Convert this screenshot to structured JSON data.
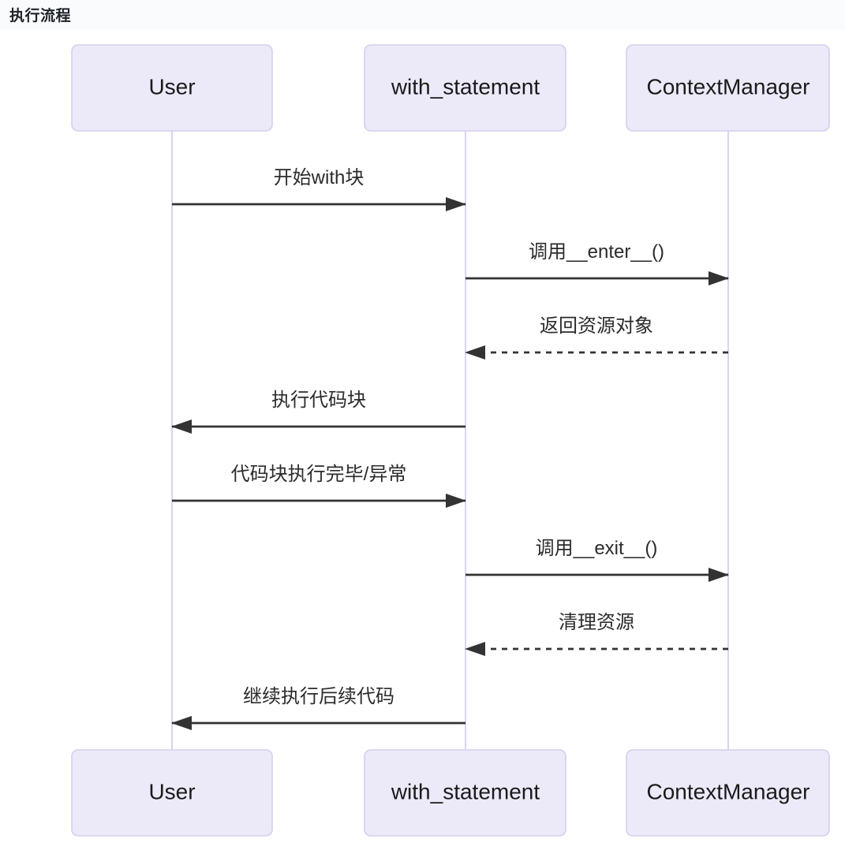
{
  "page": {
    "title": "执行流程"
  },
  "diagram": {
    "type": "sequence-diagram",
    "actors": [
      {
        "name": "User"
      },
      {
        "name": "with_statement"
      },
      {
        "name": "ContextManager"
      }
    ],
    "messages": [
      {
        "from": "User",
        "to": "with_statement",
        "label": "开始with块",
        "line": "solid",
        "direction": "right"
      },
      {
        "from": "with_statement",
        "to": "ContextManager",
        "label": "调用__enter__()",
        "line": "solid",
        "direction": "right"
      },
      {
        "from": "ContextManager",
        "to": "with_statement",
        "label": "返回资源对象",
        "line": "dashed",
        "direction": "left"
      },
      {
        "from": "with_statement",
        "to": "User",
        "label": "执行代码块",
        "line": "solid",
        "direction": "left"
      },
      {
        "from": "User",
        "to": "with_statement",
        "label": "代码块执行完毕/异常",
        "line": "solid",
        "direction": "right"
      },
      {
        "from": "with_statement",
        "to": "ContextManager",
        "label": "调用__exit__()",
        "line": "solid",
        "direction": "right"
      },
      {
        "from": "ContextManager",
        "to": "with_statement",
        "label": "清理资源",
        "line": "dashed",
        "direction": "left"
      },
      {
        "from": "with_statement",
        "to": "User",
        "label": "继续执行后续代码",
        "line": "solid",
        "direction": "left"
      }
    ],
    "colors": {
      "actor_fill": "#eceaf9",
      "actor_border": "#d6cdee",
      "lifeline": "#dcd3f0",
      "arrow": "#333333",
      "header_band": "#fafbfc",
      "text": "#1f2328"
    }
  }
}
